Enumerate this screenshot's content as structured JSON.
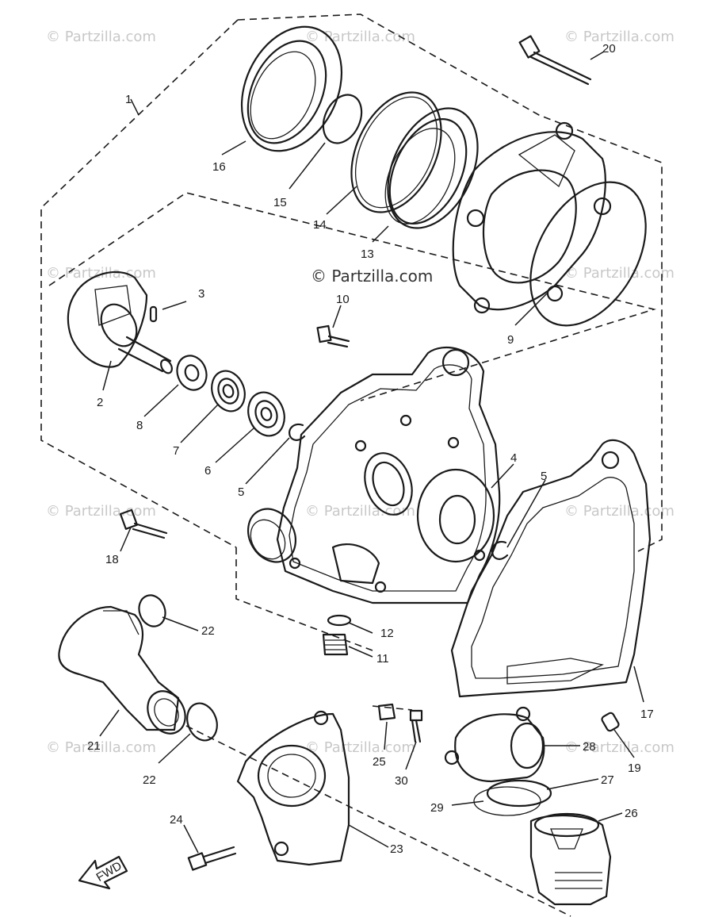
{
  "watermark": {
    "text": "© Partzilla.com",
    "center_text": "© Partzilla.com"
  },
  "callouts": [
    "1",
    "2",
    "3",
    "4",
    "5",
    "5",
    "6",
    "7",
    "8",
    "9",
    "10",
    "11",
    "12",
    "13",
    "14",
    "15",
    "16",
    "17",
    "18",
    "19",
    "20",
    "21",
    "22",
    "22",
    "23",
    "24",
    "25",
    "26",
    "27",
    "28",
    "29",
    "30"
  ],
  "front_marker": {
    "label": "FWD"
  },
  "colors": {
    "ink": "#1a1a1a",
    "watermark": "#c8c8c8",
    "background": "#ffffff"
  }
}
